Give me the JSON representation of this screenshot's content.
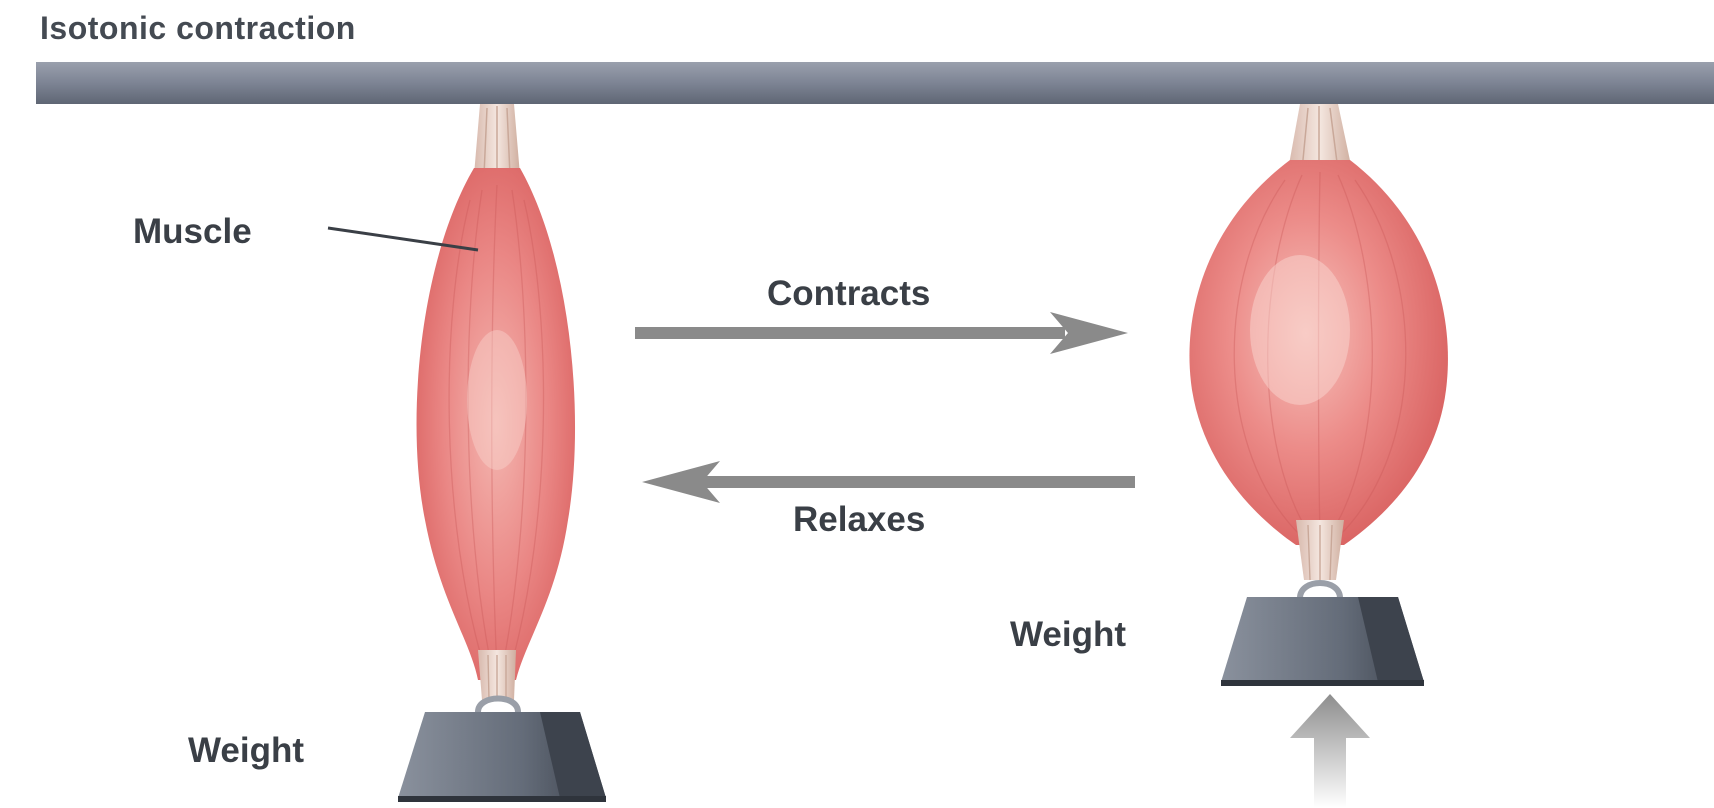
{
  "title": "Isotonic contraction",
  "labels": {
    "muscle": "Muscle",
    "contracts": "Contracts",
    "relaxes": "Relaxes",
    "weight_left": "Weight",
    "weight_right": "Weight"
  },
  "colors": {
    "ceiling_bar": "#7d8494",
    "muscle_fill": "#e8787a",
    "muscle_highlight": "#f7c3bf",
    "tendon": "#e9d6cc",
    "weight_body": "#6b7380",
    "weight_dark": "#3f4650",
    "arrow": "#8a8a8a",
    "text": "#3a3f46"
  }
}
